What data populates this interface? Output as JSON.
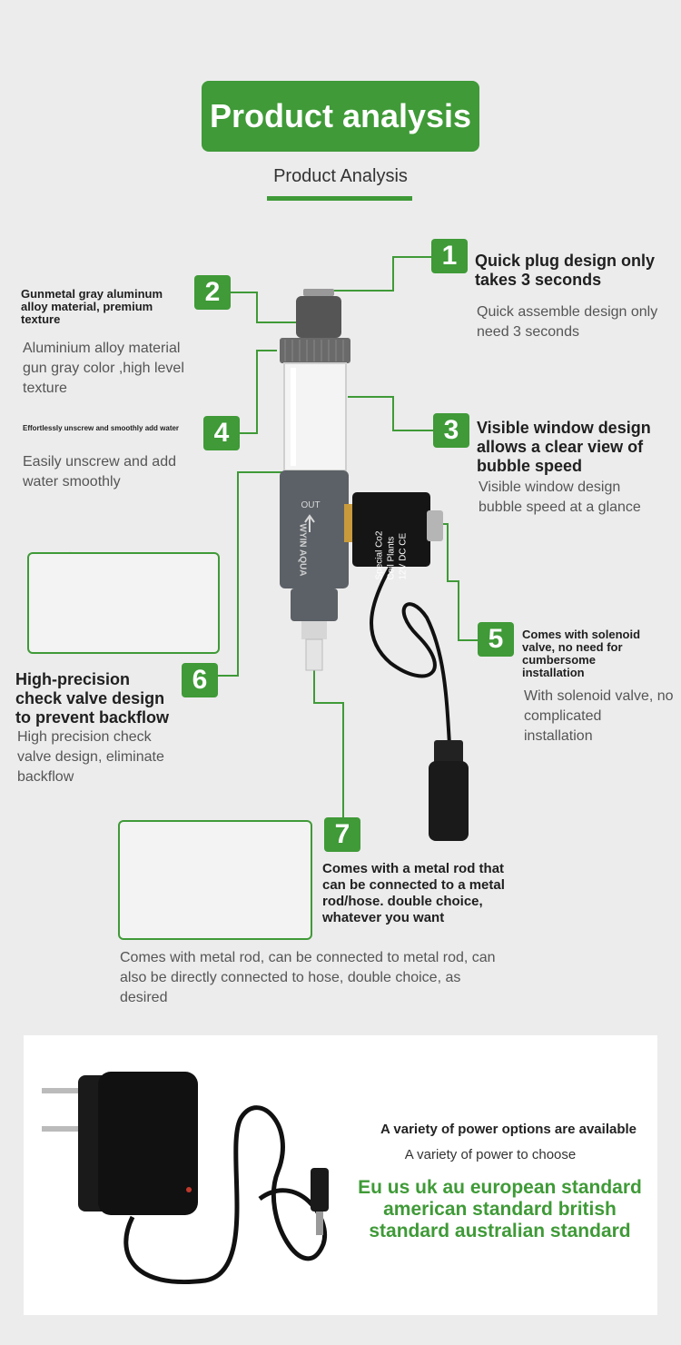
{
  "header": {
    "title": "Product analysis",
    "subtitle": "Product Analysis"
  },
  "product": {
    "window_label": "OUT",
    "brand": "WYIN AQUA",
    "solenoid_lines": [
      "Special Co2",
      "Coil Plants",
      "12V DC CE"
    ]
  },
  "features": [
    {
      "num": "1",
      "heading": "Quick plug design only takes 3 seconds",
      "desc": "Quick assemble design only  need 3 seconds"
    },
    {
      "num": "2",
      "heading": "Gunmetal gray aluminum alloy material, premium texture",
      "desc": "Aluminium alloy material gun gray color ,high level texture"
    },
    {
      "num": "3",
      "heading": "Visible window design allows a clear view of bubble speed",
      "desc": "Visible window design bubble speed at a glance"
    },
    {
      "num": "4",
      "heading": "Effortlessly unscrew and smoothly add water",
      "desc": "Easily unscrew and add water smoothly"
    },
    {
      "num": "5",
      "heading": "Comes with solenoid valve, no need for cumbersome installation",
      "desc": "With solenoid valve, no complicated installation"
    },
    {
      "num": "6",
      "heading": "High-precision check valve design to prevent backflow",
      "desc": "High precision check valve design, eliminate backflow"
    },
    {
      "num": "7",
      "heading": "Comes with a metal rod that can be connected to a metal rod/hose. double choice, whatever you want",
      "desc": "Comes with metal rod, can be connected to metal rod, can also be directly connected to hose, double choice, as desired"
    }
  ],
  "power": {
    "heading": "A variety of power options are available",
    "desc": "A variety of power  to choose",
    "standards": "Eu us uk au european standard american standard british standard australian standard"
  },
  "colors": {
    "accent": "#3f9a37",
    "background": "#ececec"
  }
}
